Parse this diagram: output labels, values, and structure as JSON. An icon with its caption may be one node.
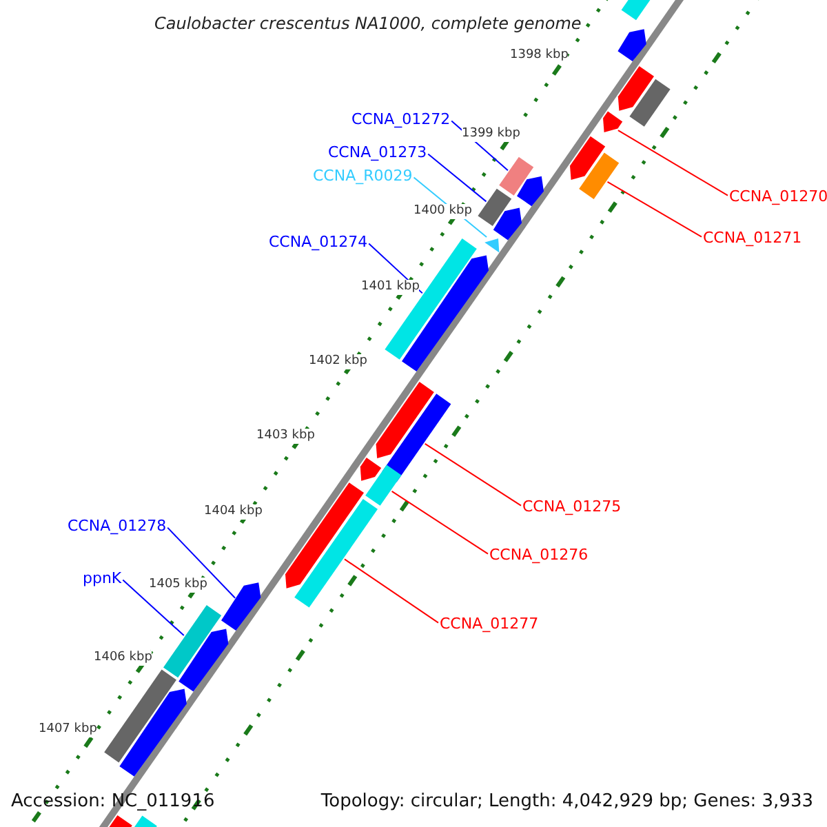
{
  "diagram": {
    "title": "Caulobacter crescentus NA1000, complete genome",
    "nodes": [
      {
        "text": [
          "CCNA_01272"
        ]
      },
      {
        "text": [
          "CCNA_01273"
        ]
      },
      {
        "text": [
          "CCNA_R0029"
        ]
      },
      {
        "text": [
          "CCNA_01270"
        ]
      },
      {
        "text": [
          "CCNA_01271"
        ]
      },
      {
        "text": [
          "CCNA_01274"
        ]
      },
      {
        "text": [
          "CCNA_01275"
        ]
      },
      {
        "text": [
          "CCNA_01276"
        ]
      },
      {
        "text": [
          "CCNA_01277"
        ]
      },
      {
        "text": [
          "CCNA_01278"
        ]
      },
      {
        "text": [
          "ppnK"
        ]
      },
      {
        "text": [],
        "shape": "bar"
      },
      {
        "text": [],
        "shape": "arrow"
      },
      {
        "text": [],
        "shape": "arrow"
      },
      {
        "text": [],
        "shape": "bar"
      },
      {
        "text": [],
        "shape": "arrow"
      },
      {
        "text": [],
        "shape": "arrow"
      },
      {
        "text": [],
        "shape": "bar"
      },
      {
        "text": [],
        "shape": "bar"
      },
      {
        "text": [],
        "shape": "arrow"
      },
      {
        "text": [],
        "shape": "bar"
      },
      {
        "text": [],
        "shape": "arrow"
      },
      {
        "text": [],
        "shape": "triangle"
      },
      {
        "text": [],
        "shape": "bar"
      },
      {
        "text": [],
        "shape": "arrow"
      },
      {
        "text": [],
        "shape": "arrow"
      },
      {
        "text": [],
        "shape": "bar"
      },
      {
        "text": [],
        "shape": "bar"
      },
      {
        "text": [],
        "shape": "arrow"
      },
      {
        "text": [],
        "shape": "arrow"
      },
      {
        "text": [],
        "shape": "bar"
      },
      {
        "text": [],
        "shape": "arrow"
      },
      {
        "text": [],
        "shape": "bar"
      },
      {
        "text": [],
        "shape": "arrow"
      },
      {
        "text": [],
        "shape": "bar"
      },
      {
        "text": [],
        "shape": "arrow"
      },
      {
        "text": [],
        "shape": "arrow"
      },
      {
        "text": [],
        "shape": "bar"
      }
    ],
    "edges": [
      {
        "from": 0,
        "to": 18,
        "arrow": "none",
        "color": "#0000ff"
      },
      {
        "from": 1,
        "to": 20,
        "arrow": "none",
        "color": "#0000ff"
      },
      {
        "from": 2,
        "to": 22,
        "arrow": "none",
        "color": "#33ccff"
      },
      {
        "from": 3,
        "to": 15,
        "arrow": "none",
        "color": "#ff0000"
      },
      {
        "from": 4,
        "to": 17,
        "arrow": "none",
        "color": "#ff0000"
      },
      {
        "from": 5,
        "to": 23,
        "arrow": "none",
        "color": "#0000ff"
      },
      {
        "from": 6,
        "to": 26,
        "arrow": "none",
        "color": "#ff0000"
      },
      {
        "from": 7,
        "to": 27,
        "arrow": "none",
        "color": "#ff0000"
      },
      {
        "from": 8,
        "to": 30,
        "arrow": "none",
        "color": "#ff0000"
      },
      {
        "from": 9,
        "to": 31,
        "arrow": "none",
        "color": "#0000ff"
      },
      {
        "from": 10,
        "to": 32,
        "arrow": "none",
        "color": "#0000ff"
      }
    ],
    "labels": [
      "1398 kbp",
      "1399 kbp",
      "1400 kbp",
      "1401 kbp",
      "1402 kbp",
      "1403 kbp",
      "1404 kbp",
      "1405 kbp",
      "1406 kbp",
      "1407 kbp",
      "Accession: NC_011916",
      "Topology: circular; Length: 4,042,929 bp; Genes: 3,933"
    ]
  }
}
